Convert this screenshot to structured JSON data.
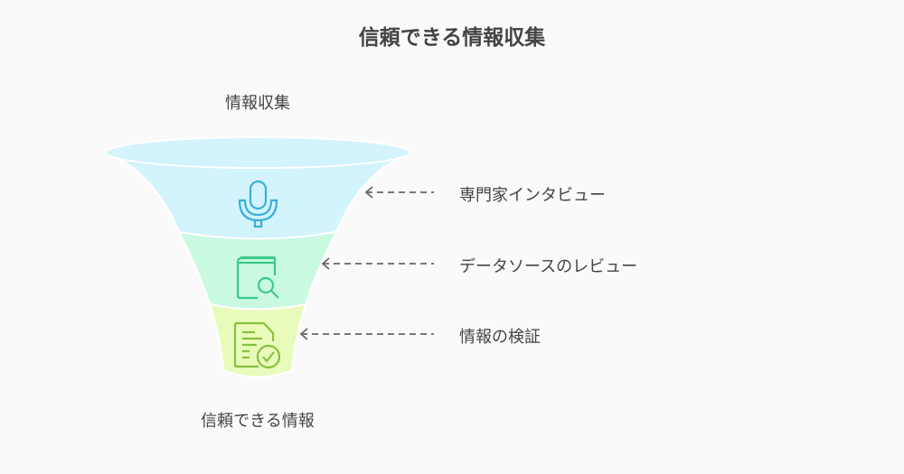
{
  "title": "信頼できる情報収集",
  "funnel": {
    "top_label": "情報収集",
    "bottom_label": "信頼できる情報",
    "stages": [
      {
        "label": "専門家インタビュー",
        "icon": "microphone-icon",
        "fill": "#d3f3fd",
        "stroke": "#3aaee0"
      },
      {
        "label": "データソースのレビュー",
        "icon": "book-search-icon",
        "fill": "#c9f9e1",
        "stroke": "#3ec98a"
      },
      {
        "label": "情報の検証",
        "icon": "document-check-icon",
        "fill": "#e9fbbb",
        "stroke": "#86c13c"
      }
    ]
  }
}
